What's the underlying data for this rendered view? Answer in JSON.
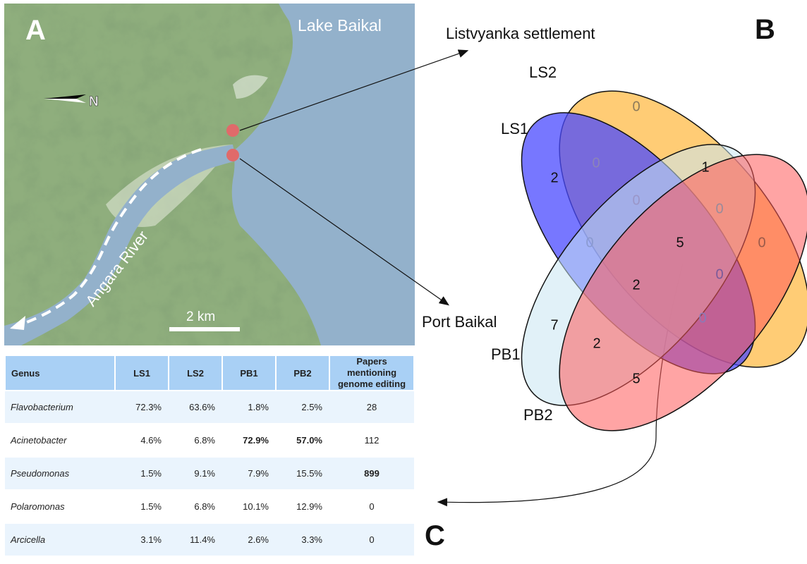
{
  "panel_a": {
    "letter": "A",
    "lake_label": "Lake Baikal",
    "river_label": "Angara River",
    "north_label": "N",
    "scale_label": "2 km"
  },
  "panel_b": {
    "letter": "B",
    "site_top": "Listvyanka settlement",
    "site_bottom": "Port Baikal",
    "sets": {
      "ls2": "LS2",
      "ls1": "LS1",
      "pb1": "PB1",
      "pb2": "PB2"
    },
    "counts": {
      "ls2_only": "0",
      "ls1_ls2": "0",
      "ls2_pb1": "1",
      "ls1_only": "2",
      "ls1_ls2_pb1": "0",
      "ls2_pb1_pb2": "0",
      "pb2_ls2": "0",
      "ls1_pb1": "0",
      "all_four": "5",
      "ls1_pb1_pb2": "2",
      "ls1_ls2_pb2": "0",
      "pb1_only": "7",
      "pb1_pb2": "2",
      "ls1_pb2": "0",
      "pb2_only": "5"
    },
    "colors": {
      "ls2": "#ffc766",
      "ls1": "#4a4aff",
      "pb1": "#c9e6f2",
      "pb2": "#ff5a5a"
    }
  },
  "panel_c": {
    "letter": "C",
    "headers": [
      "Genus",
      "LS1",
      "LS2",
      "PB1",
      "PB2",
      "Papers mentioning genome editing"
    ],
    "rows": [
      {
        "genus": "Flavobacterium",
        "ls1": "72.3%",
        "ls2": "63.6%",
        "pb1": "1.8%",
        "pb2": "2.5%",
        "papers": "28"
      },
      {
        "genus": "Acinetobacter",
        "ls1": "4.6%",
        "ls2": "6.8%",
        "pb1": "72.9%",
        "pb2": "57.0%",
        "papers": "112"
      },
      {
        "genus": "Pseudomonas",
        "ls1": "1.5%",
        "ls2": "9.1%",
        "pb1": "7.9%",
        "pb2": "15.5%",
        "papers": "899"
      },
      {
        "genus": "Polaromonas",
        "ls1": "1.5%",
        "ls2": "6.8%",
        "pb1": "10.1%",
        "pb2": "12.9%",
        "papers": "0"
      },
      {
        "genus": "Arcicella",
        "ls1": "3.1%",
        "ls2": "11.4%",
        "pb1": "2.6%",
        "pb2": "3.3%",
        "papers": "0"
      }
    ]
  }
}
